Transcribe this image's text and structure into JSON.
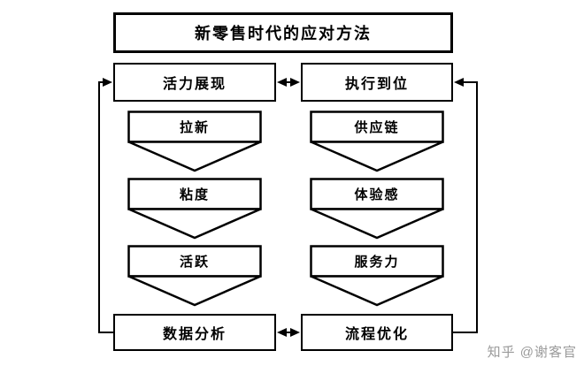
{
  "title": "新零售时代的应对方法",
  "left": {
    "top_box": "活力展现",
    "steps": [
      "拉新",
      "粘度",
      "活跃"
    ],
    "bottom_box": "数据分析"
  },
  "right": {
    "top_box": "执行到位",
    "steps": [
      "供应链",
      "体验感",
      "服务力"
    ],
    "bottom_box": "流程优化"
  },
  "watermark": "知乎 @谢客官",
  "colors": {
    "line": "#000000",
    "box_background": "#ffffff",
    "watermark_text": "#9a9a9a"
  }
}
